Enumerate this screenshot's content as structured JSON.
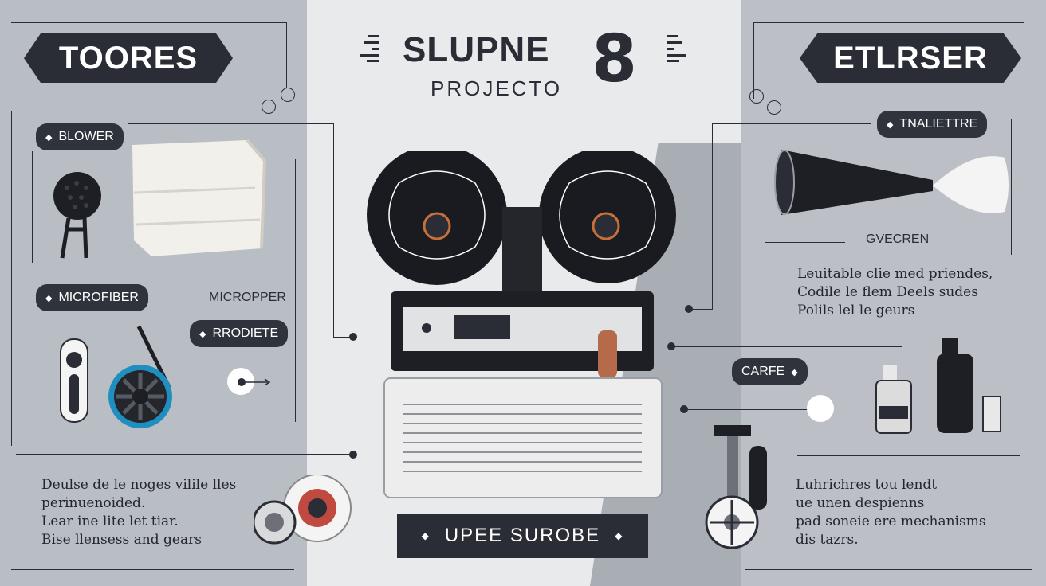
{
  "header": {
    "title": "SLUPNE",
    "title_number": "8",
    "subtitle": "PROJECTO"
  },
  "left": {
    "banner": "TOORES",
    "pill_blower": "BLOWER",
    "pill_microfiber": "MICROFIBER",
    "label_microfiber": "MICROPPER",
    "pill_rrodiete": "RRODIETE",
    "body_lines": [
      "Deulse de le noges vilile lles",
      "perinuenoided.",
      "Lear ine lite let tiar.",
      "Bise llensess and gears"
    ]
  },
  "right": {
    "banner": "ETLRSER",
    "pill_tnalietre": "TNALIETTRE",
    "label_gvecren": "GVECREN",
    "desc_lines": [
      "Leuitable clie med priendes,",
      "Codile le flem Deels sudes",
      "Polils lel le geurs"
    ],
    "pill_carfe": "CARFE",
    "body_lines": [
      "Luhrichres tou lendt",
      "ue unen despienns",
      "pad soneie ere mechanisms",
      "dis tazrs."
    ]
  },
  "footer": {
    "button": "UPEE SUROBE"
  },
  "colors": {
    "dark": "#2a2d35",
    "panel_left": "#b9bdc4",
    "panel_center": "#e9eaec",
    "panel_right": "#bcc0c6",
    "accent_orange": "#c9703a"
  },
  "icons": [
    "blower-icon",
    "cloth-icon",
    "microfiber-brush-icon",
    "gear-icon",
    "lens-icon",
    "brush-icon",
    "oil-bottle-icon",
    "film-projector-icon",
    "arrow-icon"
  ]
}
